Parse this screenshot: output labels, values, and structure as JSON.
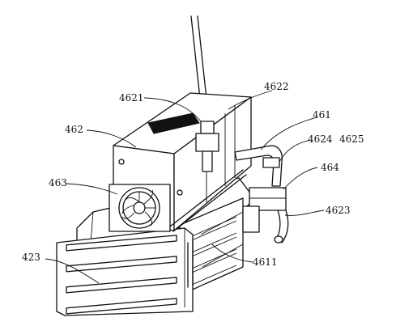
{
  "figure": {
    "labels": {
      "l4621": "4621",
      "l4622": "4622",
      "l462": "462",
      "l461": "461",
      "l4624": "4624",
      "l4625": "4625",
      "l463": "463",
      "l464": "464",
      "l4623": "4623",
      "l423": "423",
      "l4611": "4611"
    }
  }
}
